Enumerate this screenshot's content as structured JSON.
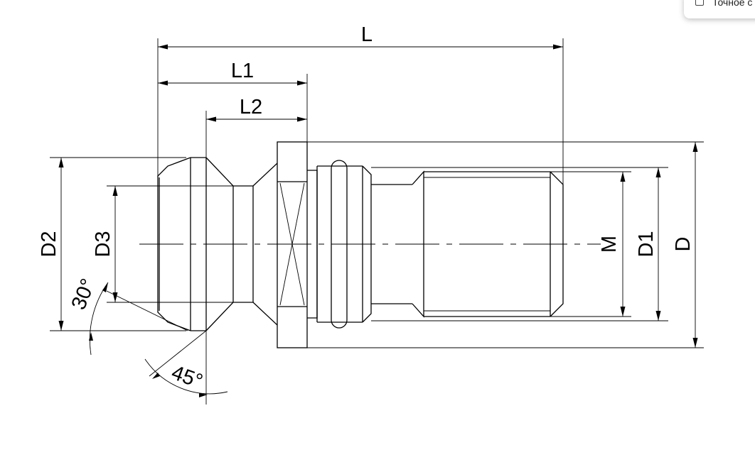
{
  "dimension_labels": {
    "L": "L",
    "L1": "L1",
    "L2": "L2",
    "D": "D",
    "D1": "D1",
    "D2": "D2",
    "D3": "D3",
    "M": "M",
    "angle_30": "30°",
    "angle_45": "45°"
  },
  "popup": {
    "checkbox_label": "Точное с",
    "checkbox_checked": false
  }
}
